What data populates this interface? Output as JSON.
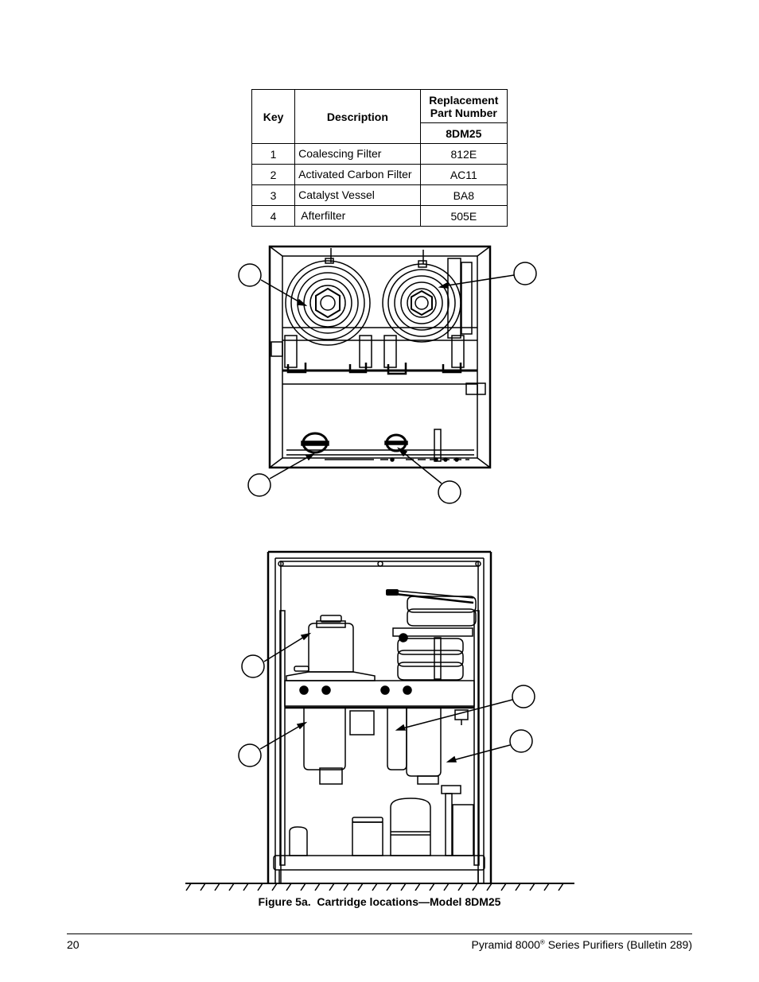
{
  "table": {
    "headers": {
      "key": "Key",
      "description": "Description",
      "replacement": "Replacement Part Number",
      "model": "8DM25"
    },
    "rows": [
      {
        "key": "1",
        "description": "Coalescing Filter",
        "part": "812E"
      },
      {
        "key": "2",
        "description": "Activated Carbon Filter",
        "part": "AC11"
      },
      {
        "key": "3",
        "description": "Catalyst Vessel",
        "part": "BA8"
      },
      {
        "key": "4",
        "description": " Afterfilter",
        "part": "505E"
      }
    ]
  },
  "caption": "Figure 5a.  Cartridge locations—Model 8DM25",
  "footer": {
    "page_number": "20",
    "title_prefix": "Pyramid 8000",
    "registered_mark": "®",
    "title_suffix": " Series Purifiers (Bulletin 289)"
  }
}
